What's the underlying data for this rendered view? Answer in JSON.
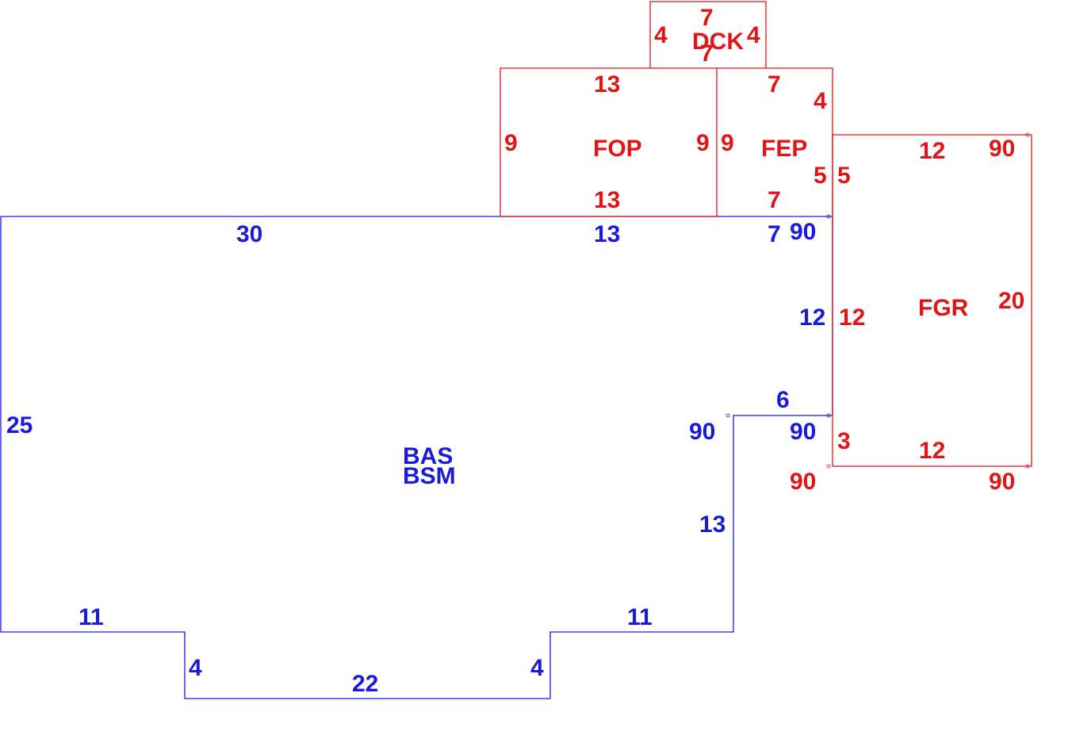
{
  "colors": {
    "living_area": "#1a1ad8",
    "additions": "#e01616",
    "background": "#ffffff"
  },
  "areas": {
    "bas": {
      "code": "BAS",
      "code2": "BSM"
    },
    "fop": {
      "code": "FOP"
    },
    "fep": {
      "code": "FEP"
    },
    "fgr": {
      "code": "FGR"
    },
    "dck": {
      "code": "DCK"
    }
  },
  "dimensions": {
    "bas": {
      "top_30": "30",
      "top_13": "13",
      "top_7": "7",
      "corner_tr": "90",
      "right_12": "12",
      "step_6": "6",
      "corner_step_l": "90",
      "corner_step_r": "90",
      "inner_13": "13",
      "bottom_r_11": "11",
      "notch_r_4": "4",
      "bottom_22": "22",
      "notch_l_4": "4",
      "bottom_l_11": "11",
      "left_25": "25"
    },
    "fop": {
      "top": "13",
      "bottom": "13",
      "left": "9",
      "right": "9"
    },
    "fep": {
      "top": "7",
      "bottom": "7",
      "left": "9",
      "right_4": "4",
      "right_5": "5"
    },
    "fgr": {
      "left_5": "5",
      "top": "12",
      "corner_tr": "90",
      "right": "20",
      "left_12": "12",
      "left_3": "3",
      "bottom": "12",
      "corner_bl": "90",
      "corner_br": "90"
    },
    "dck": {
      "top": "7",
      "bottom": "7",
      "left": "4",
      "right": "4"
    }
  }
}
